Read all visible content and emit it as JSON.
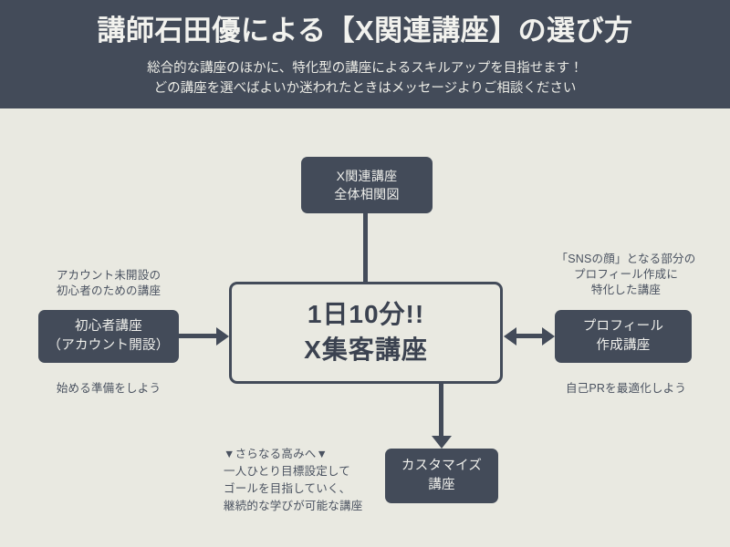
{
  "header": {
    "title": "講師石田優による【X関連講座】の選び方",
    "subtitle_lines": [
      "総合的な講座のほかに、特化型の講座によるスキルアップを目指せます！",
      "どの講座を選べばよいか迷われたときはメッセージよりご相談ください"
    ]
  },
  "nodes": {
    "top": {
      "lines": [
        "X関連講座",
        "全体相関図"
      ]
    },
    "center": {
      "lines": [
        "1日10分!!",
        "X集客講座"
      ]
    },
    "left": {
      "lines": [
        "初心者講座",
        "（アカウント開設）"
      ]
    },
    "right": {
      "lines": [
        "プロフィール",
        "作成講座"
      ]
    },
    "bottom": {
      "lines": [
        "カスタマイズ",
        "講座"
      ]
    }
  },
  "captions": {
    "left_top": {
      "lines": [
        "アカウント未開設の",
        "初心者のための講座"
      ]
    },
    "left_bottom": {
      "lines": [
        "始める準備をしよう"
      ]
    },
    "right_top": {
      "lines": [
        "「SNSの顔」となる部分の",
        "プロフィール作成に",
        "特化した講座"
      ]
    },
    "right_bottom": {
      "lines": [
        "自己PRを最適化しよう"
      ]
    },
    "bottom_left": {
      "lines": [
        "▼さらなる高みへ▼",
        "一人ひとり目標設定して",
        "ゴールを目指していく、",
        "継続的な学びが可能な講座"
      ]
    }
  },
  "colors": {
    "background": "#e9e9e1",
    "node_fill": "#434b59",
    "node_text": "#f0f0ec",
    "center_text": "#3b4250",
    "connector": "#434b59"
  }
}
